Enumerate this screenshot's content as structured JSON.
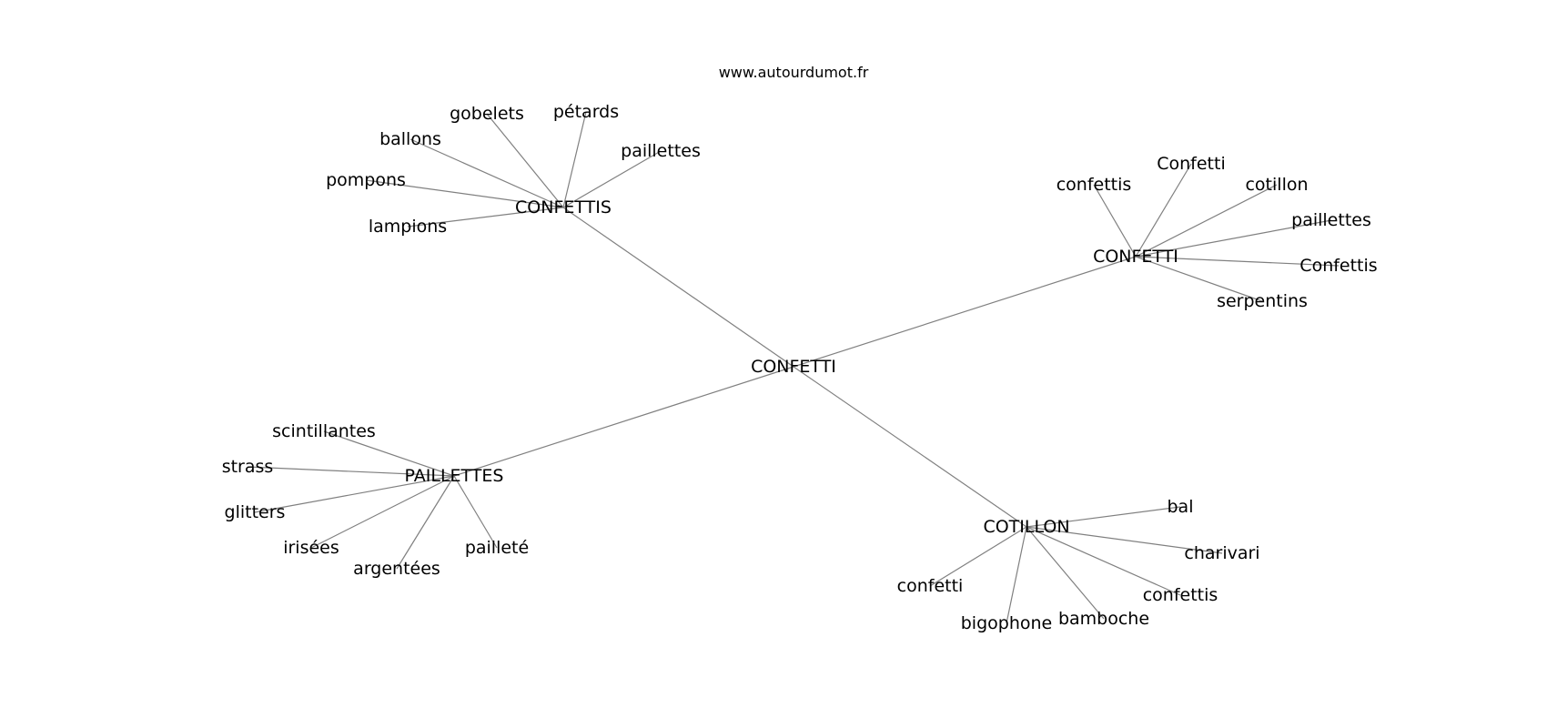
{
  "watermark": "www.autourdumot.fr",
  "graph": {
    "center": "CONFETTI",
    "clusters": [
      {
        "hub": "CONFETTIS",
        "leaves": [
          "gobelets",
          "pétards",
          "paillettes",
          "ballons",
          "pompons",
          "lampions"
        ]
      },
      {
        "hub": "CONFETTI",
        "leaves": [
          "Confetti",
          "confettis",
          "cotillon",
          "paillettes",
          "Confettis",
          "serpentins"
        ]
      },
      {
        "hub": "PAILLETTES",
        "leaves": [
          "scintillantes",
          "strass",
          "glitters",
          "irisées",
          "argentées",
          "pailleté"
        ]
      },
      {
        "hub": "COTILLON",
        "leaves": [
          "bal",
          "charivari",
          "confettis",
          "bamboche",
          "bigophone",
          "confetti"
        ]
      }
    ]
  }
}
